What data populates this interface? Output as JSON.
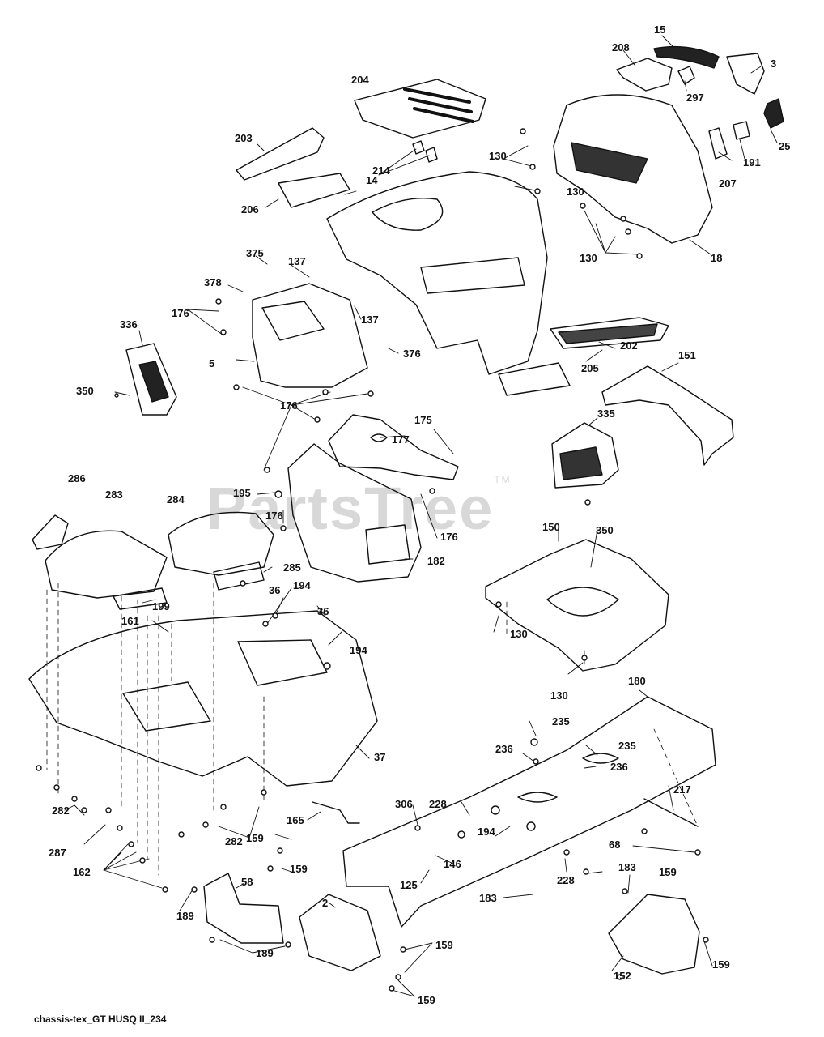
{
  "watermark": {
    "text": "PartsTree",
    "trademark": "TM"
  },
  "caption": "chassis-tex_GT HUSQ II_234",
  "callouts": [
    {
      "id": "15",
      "text": "15"
    },
    {
      "id": "208",
      "text": "208"
    },
    {
      "id": "3",
      "text": "3"
    },
    {
      "id": "204",
      "text": "204"
    },
    {
      "id": "297",
      "text": "297"
    },
    {
      "id": "203",
      "text": "203"
    },
    {
      "id": "130a",
      "text": "130"
    },
    {
      "id": "207",
      "text": "207"
    },
    {
      "id": "191",
      "text": "191"
    },
    {
      "id": "25",
      "text": "25"
    },
    {
      "id": "214",
      "text": "214"
    },
    {
      "id": "14",
      "text": "14"
    },
    {
      "id": "130b",
      "text": "130"
    },
    {
      "id": "206",
      "text": "206"
    },
    {
      "id": "130c",
      "text": "130"
    },
    {
      "id": "18",
      "text": "18"
    },
    {
      "id": "375",
      "text": "375"
    },
    {
      "id": "137a",
      "text": "137"
    },
    {
      "id": "378",
      "text": "378"
    },
    {
      "id": "176a",
      "text": "176"
    },
    {
      "id": "137b",
      "text": "137"
    },
    {
      "id": "336",
      "text": "336"
    },
    {
      "id": "202",
      "text": "202"
    },
    {
      "id": "5",
      "text": "5"
    },
    {
      "id": "376",
      "text": "376"
    },
    {
      "id": "151",
      "text": "151"
    },
    {
      "id": "205",
      "text": "205"
    },
    {
      "id": "350a",
      "text": "350"
    },
    {
      "id": "176b",
      "text": "176"
    },
    {
      "id": "175",
      "text": "175"
    },
    {
      "id": "335",
      "text": "335"
    },
    {
      "id": "177",
      "text": "177"
    },
    {
      "id": "286",
      "text": "286"
    },
    {
      "id": "283",
      "text": "283"
    },
    {
      "id": "284",
      "text": "284"
    },
    {
      "id": "195",
      "text": "195"
    },
    {
      "id": "176c",
      "text": "176"
    },
    {
      "id": "176d",
      "text": "176"
    },
    {
      "id": "150",
      "text": "150"
    },
    {
      "id": "350b",
      "text": "350"
    },
    {
      "id": "182",
      "text": "182"
    },
    {
      "id": "285",
      "text": "285"
    },
    {
      "id": "194a",
      "text": "194"
    },
    {
      "id": "36a",
      "text": "36"
    },
    {
      "id": "199",
      "text": "199"
    },
    {
      "id": "36b",
      "text": "36"
    },
    {
      "id": "161",
      "text": "161"
    },
    {
      "id": "130d",
      "text": "130"
    },
    {
      "id": "194b",
      "text": "194"
    },
    {
      "id": "130e",
      "text": "130"
    },
    {
      "id": "180",
      "text": "180"
    },
    {
      "id": "37",
      "text": "37"
    },
    {
      "id": "235a",
      "text": "235"
    },
    {
      "id": "236a",
      "text": "236"
    },
    {
      "id": "235b",
      "text": "235"
    },
    {
      "id": "236b",
      "text": "236"
    },
    {
      "id": "217",
      "text": "217"
    },
    {
      "id": "306",
      "text": "306"
    },
    {
      "id": "228a",
      "text": "228"
    },
    {
      "id": "282a",
      "text": "282"
    },
    {
      "id": "165",
      "text": "165"
    },
    {
      "id": "194c",
      "text": "194"
    },
    {
      "id": "287",
      "text": "287"
    },
    {
      "id": "282b",
      "text": "282"
    },
    {
      "id": "159a",
      "text": "159"
    },
    {
      "id": "68",
      "text": "68"
    },
    {
      "id": "146",
      "text": "146"
    },
    {
      "id": "162",
      "text": "162"
    },
    {
      "id": "159b",
      "text": "159"
    },
    {
      "id": "125",
      "text": "125"
    },
    {
      "id": "228b",
      "text": "228"
    },
    {
      "id": "183a",
      "text": "183"
    },
    {
      "id": "159c",
      "text": "159"
    },
    {
      "id": "58",
      "text": "58"
    },
    {
      "id": "183b",
      "text": "183"
    },
    {
      "id": "189a",
      "text": "189"
    },
    {
      "id": "2",
      "text": "2"
    },
    {
      "id": "159d",
      "text": "159"
    },
    {
      "id": "189b",
      "text": "189"
    },
    {
      "id": "159e",
      "text": "159"
    },
    {
      "id": "152",
      "text": "152"
    },
    {
      "id": "159f",
      "text": "159"
    }
  ]
}
